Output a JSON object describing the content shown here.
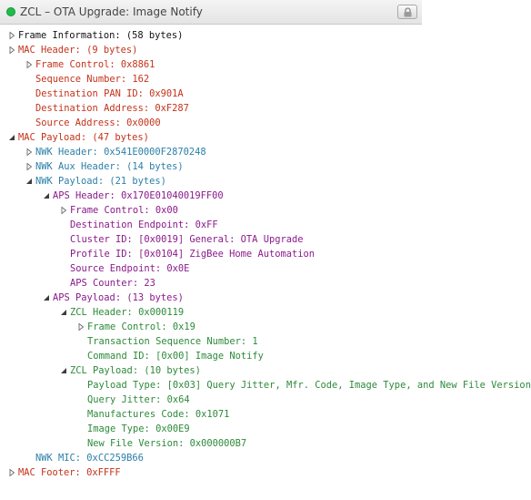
{
  "window": {
    "title": "ZCL – OTA Upgrade: Image Notify",
    "status_color": "#1ebd4a"
  },
  "colors": {
    "frame": "#111111",
    "mac": "#c3331a",
    "nwk": "#2b7fa8",
    "aps": "#8a1a8a",
    "zcl": "#2d8a3a"
  },
  "tree": [
    {
      "text": "Frame Information: (58 bytes)",
      "level": 0,
      "toggle": "collapsed",
      "color": "black"
    },
    {
      "text": "MAC Header: (9 bytes)",
      "level": 0,
      "toggle": "collapsed",
      "color": "mac"
    },
    {
      "text": "Frame Control: 0x8861",
      "level": 1,
      "toggle": "collapsed",
      "color": "mac"
    },
    {
      "text": "Sequence Number: 162",
      "level": 1,
      "toggle": "none",
      "color": "mac"
    },
    {
      "text": "Destination PAN ID: 0x901A",
      "level": 1,
      "toggle": "none",
      "color": "mac"
    },
    {
      "text": "Destination Address: 0xF287",
      "level": 1,
      "toggle": "none",
      "color": "mac"
    },
    {
      "text": "Source Address: 0x0000",
      "level": 1,
      "toggle": "none",
      "color": "mac"
    },
    {
      "text": "MAC Payload: (47 bytes)",
      "level": 0,
      "toggle": "expanded",
      "color": "mac"
    },
    {
      "text": "NWK Header: 0x541E0000F2870248",
      "level": 1,
      "toggle": "collapsed",
      "color": "nwk"
    },
    {
      "text": "NWK Aux Header: (14 bytes)",
      "level": 1,
      "toggle": "collapsed",
      "color": "nwk"
    },
    {
      "text": "NWK Payload: (21 bytes)",
      "level": 1,
      "toggle": "expanded",
      "color": "nwk"
    },
    {
      "text": "APS Header: 0x170E01040019FF00",
      "level": 2,
      "toggle": "expanded",
      "color": "aps"
    },
    {
      "text": "Frame Control: 0x00",
      "level": 3,
      "toggle": "collapsed",
      "color": "aps"
    },
    {
      "text": "Destination Endpoint: 0xFF",
      "level": 3,
      "toggle": "none",
      "color": "aps"
    },
    {
      "text": "Cluster ID: [0x0019] General: OTA Upgrade",
      "level": 3,
      "toggle": "none",
      "color": "aps"
    },
    {
      "text": "Profile ID: [0x0104] ZigBee Home Automation",
      "level": 3,
      "toggle": "none",
      "color": "aps"
    },
    {
      "text": "Source Endpoint: 0x0E",
      "level": 3,
      "toggle": "none",
      "color": "aps"
    },
    {
      "text": "APS Counter: 23",
      "level": 3,
      "toggle": "none",
      "color": "aps"
    },
    {
      "text": "APS Payload: (13 bytes)",
      "level": 2,
      "toggle": "expanded",
      "color": "aps"
    },
    {
      "text": "ZCL Header: 0x000119",
      "level": 3,
      "toggle": "expanded",
      "color": "zcl"
    },
    {
      "text": "Frame Control: 0x19",
      "level": 4,
      "toggle": "collapsed",
      "color": "zcl"
    },
    {
      "text": "Transaction Sequence Number: 1",
      "level": 4,
      "toggle": "none",
      "color": "zcl"
    },
    {
      "text": "Command ID: [0x00] Image Notify",
      "level": 4,
      "toggle": "none",
      "color": "zcl"
    },
    {
      "text": "ZCL Payload: (10 bytes)",
      "level": 3,
      "toggle": "expanded",
      "color": "zcl"
    },
    {
      "text": "Payload Type: [0x03] Query Jitter, Mfr. Code, Image Type, and New File Version",
      "level": 4,
      "toggle": "none",
      "color": "zcl"
    },
    {
      "text": "Query Jitter: 0x64",
      "level": 4,
      "toggle": "none",
      "color": "zcl"
    },
    {
      "text": "Manufactures Code: 0x1071",
      "level": 4,
      "toggle": "none",
      "color": "zcl"
    },
    {
      "text": "Image Type: 0x00E9",
      "level": 4,
      "toggle": "none",
      "color": "zcl"
    },
    {
      "text": "New File Version: 0x000000B7",
      "level": 4,
      "toggle": "none",
      "color": "zcl"
    },
    {
      "text": "NWK MIC: 0xCC259B66",
      "level": 1,
      "toggle": "none",
      "color": "nwk"
    },
    {
      "text": "MAC Footer: 0xFFFF",
      "level": 0,
      "toggle": "collapsed",
      "color": "mac"
    }
  ]
}
